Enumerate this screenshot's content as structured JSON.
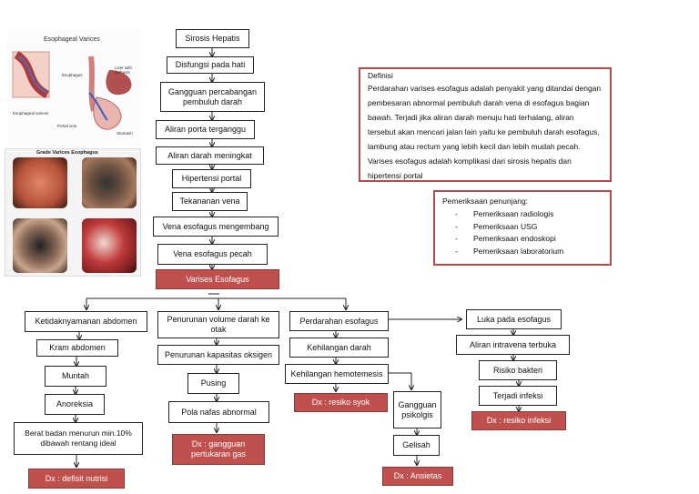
{
  "illustration": {
    "title": "Esophageal Varices",
    "labels": {
      "esophagus": "Esophagus",
      "liver": "Liver with cirrhosis",
      "varices": "Esophageal varices",
      "portal_vein": "Portal vein",
      "stomach": "Stomach"
    },
    "grade_title": "Grade Varices Esophagus"
  },
  "definition": {
    "heading": "Definisi",
    "text": "Perdarahan varises esofagus adalah penyakit yang ditandai dengan pembesaran abnormal pembuluh darah vena di esofagus bagian bawah. Terjadi jika aliran darah menuju hati terhalang, aliran tersebut akan mencari jalan lain yaitu ke pembuluh darah esofagus, lambung atau rectum yang lebih kecil dan lebih mudah pecah. Varises esofagus adalah komplikasi dari sirosis hepatis dan hipertensi portal"
  },
  "support": {
    "heading": "Pemeriksaan penunjang:",
    "items": [
      "Pemeriksaan radiologis",
      "Pemeriksaan USG",
      "Pemeriksaan endoskopi",
      "Pemeriksaan laboratorium"
    ]
  },
  "chain": [
    "Sirosis Hepatis",
    "Disfungsi pada hati",
    "Gangguan percabangan pembuluh darah",
    "Aliran porta terganggu",
    "Aliran darah meningkat",
    "Hipertensi portal",
    "Tekananan vena",
    "Vena esofagus mengembang",
    "Vena esofagus pecah"
  ],
  "central_dx": "Varises Esofagus",
  "branch1": {
    "items": [
      "Ketidaknyamanan abdomen",
      "Kram abdomen",
      "Muntah",
      "Anoreksia",
      "Berat badan menurun min.10% dibawah rentang ideal"
    ],
    "dx": "Dx : defisit nutrisi"
  },
  "branch2": {
    "items": [
      "Penurunan volume darah ke otak",
      "Penurunan kapasitas oksigen",
      "Pusing",
      "Pola nafas abnormal"
    ],
    "dx": "Dx : gangguan pertukaran gas"
  },
  "branch3": {
    "items": [
      "Perdarahan esofagus",
      "Kehilangan darah",
      "Kehilangan hemotemesis"
    ],
    "dx": "Dx : resiko syok",
    "psych": [
      "Gangguan psikolgis",
      "Gelisah"
    ],
    "psych_dx": "Dx : Ansietas"
  },
  "branch4": {
    "items": [
      "Luka pada esofagus",
      "Aliran intravena terbuka",
      "Risiko bakteri",
      "Terjadi infeksi"
    ],
    "dx": "Dx : resiko infeksi"
  }
}
